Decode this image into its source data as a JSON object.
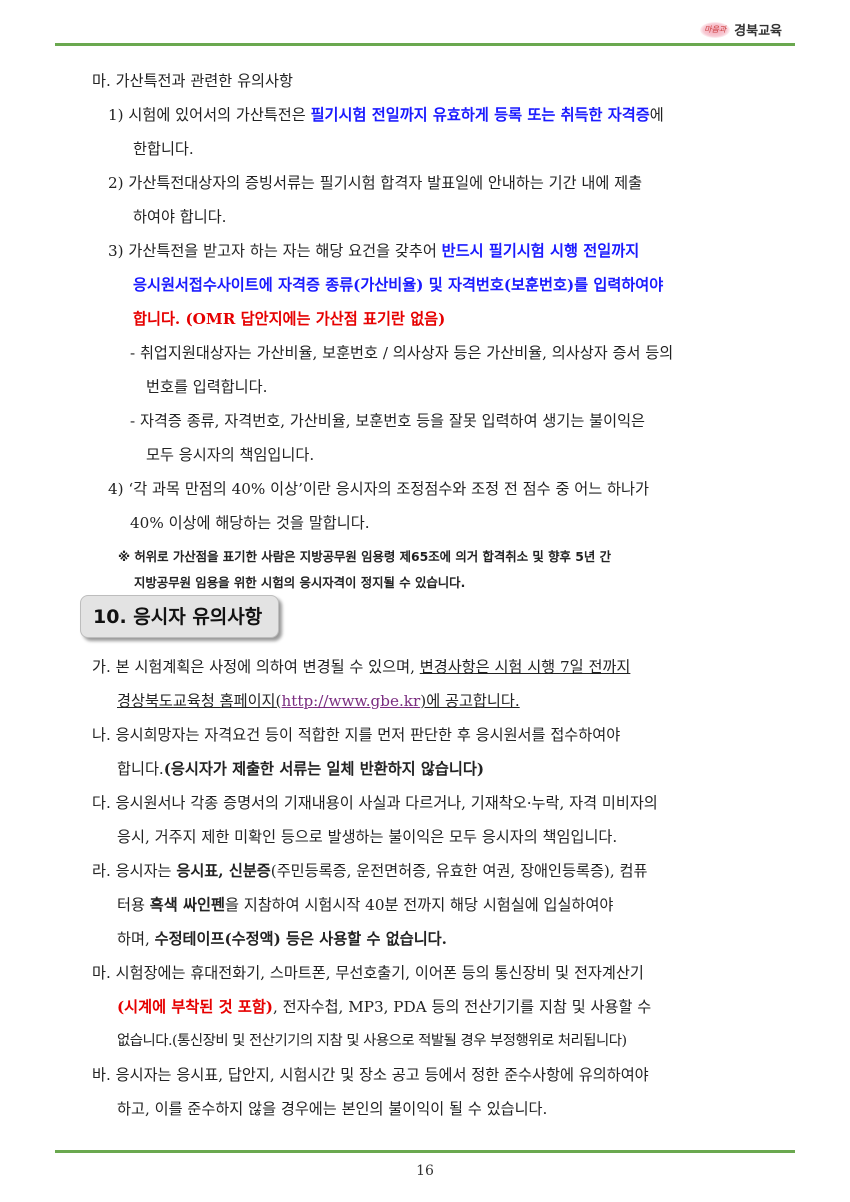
{
  "header": {
    "logo_small": "마음과",
    "logo_name": "경북교육"
  },
  "section_ma": {
    "title": "마. 가산특전과 관련한 유의사항",
    "item1": {
      "num": "1)",
      "t1": "시험에 있어서의 가산특전은 ",
      "t2": "필기시험 전일까지 유효하게 등록 또는 취득한 자격증",
      "t3": "에",
      "t4": "한합니다."
    },
    "item2": {
      "num": "2)",
      "t1": "가산특전대상자의 증빙서류는 필기시험 합격자 발표일에 안내하는 기간 내에 제출",
      "t2": "하여야 합니다."
    },
    "item3": {
      "num": "3)",
      "t1": "가산특전을 받고자 하는 자는 해당 요건을 갖추어 ",
      "t2": "반드시 필기시험 시행 전일까지",
      "t3": "응시원서접수사이트에 자격증 종류(가산비율) 및 자격번호(보훈번호)를 입력하여야",
      "t4": "합니다. (OMR 답안지에는 가산점 표기란 없음)"
    },
    "dash1": {
      "t1": "- 취업지원대상자는 가산비율, 보훈번호 / 의사상자 등은 가산비율, 의사상자 증서 등의",
      "t2": "번호를 입력합니다."
    },
    "dash2": {
      "t1": "- 자격증 종류, 자격번호, 가산비율, 보훈번호 등을 잘못 입력하여 생기는 불이익은",
      "t2": "모두 응시자의 책임입니다."
    },
    "item4": {
      "num": "4)",
      "t1": "‘각 과목 만점의 40% 이상’이란 응시자의 조정점수와 조정 전 점수 중 어느 하나가",
      "t2": "40% 이상에 해당하는 것을 말합니다."
    },
    "note": {
      "t1": "※ 허위로 가산점을 표기한 사람은 지방공무원 임용령 제65조에 의거 합격취소 및  향후 5년 간",
      "t2": "지방공무원 임용을 위한 시험의 응시자격이 정지될 수 있습니다."
    }
  },
  "section10": {
    "heading": "10. 응시자 유의사항",
    "ga": {
      "label": "가.",
      "t1": "본 시험계획은 사정에 의하여 변경될 수 있으며, ",
      "t2": "변경사항은 시험 시행 7일 전까지",
      "t3": "경상북도교육청 홈페이지(",
      "link": "http://www.gbe.kr",
      "t4": ")에 공고합니다."
    },
    "na": {
      "label": "나.",
      "t1": "응시희망자는 자격요건 등이 적합한 지를 먼저 판단한 후 응시원서를 접수하여야",
      "t2": "합니다.",
      "t3": "(응시자가 제출한 서류는 일체 반환하지 않습니다)"
    },
    "da": {
      "label": "다.",
      "t1": "응시원서나 각종 증명서의 기재내용이 사실과 다르거나, 기재착오·누락, 자격 미비자의",
      "t2": "응시, 거주지 제한 미확인 등으로 발생하는 불이익은 모두 응시자의 책임입니다."
    },
    "ra": {
      "label": "라.",
      "t1": "응시자는 ",
      "t2": "응시표, 신분증",
      "t3": "(주민등록증, 운전면허증, 유효한 여권, 장애인등록증), 컴퓨",
      "t4": "터용 ",
      "t5": "흑색 싸인펜",
      "t6": "을 지참하여 시험시작 40분 전까지 해당 시험실에 입실하여야",
      "t7": "하며, ",
      "t8": "수정테이프(수정액) 등은 사용할 수 없습니다."
    },
    "ma": {
      "label": "마.",
      "t1": "시험장에는 휴대전화기, 스마트폰, 무선호출기, 이어폰 등의 통신장비 및 전자계산기",
      "t2": "(시계에 부착된 것 포함)",
      "t3": ", 전자수첩, MP3, PDA 등의 전산기기를 지참 및 사용할 수",
      "t4": "없습니다.(통신장비 및 전산기기의 지참 및 사용으로 적발될 경우 부정행위로 처리됩니다)"
    },
    "ba": {
      "label": "바.",
      "t1": "응시자는 응시표, 답안지, 시험시간 및 장소 공고 등에서 정한 준수사항에 유의하여야",
      "t2": "하고, 이를 준수하지 않을 경우에는 본인의 불이익이 될 수 있습니다."
    }
  },
  "footer": {
    "page_number": "16"
  }
}
